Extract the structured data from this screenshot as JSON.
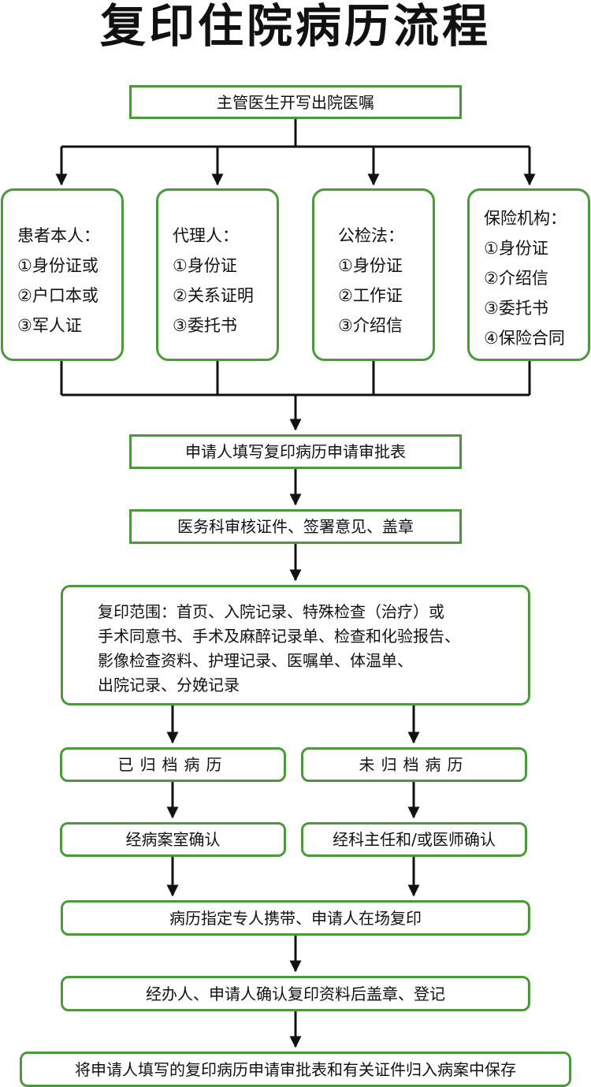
{
  "title": "复印住院病历流程",
  "step1": "主管医生开写出院医嘱",
  "applicants": [
    {
      "heading": "患者本人：",
      "items": [
        "①身份证或",
        "②户口本或",
        "③军人证"
      ]
    },
    {
      "heading": "代理人：",
      "items": [
        "①身份证",
        "②关系证明",
        "③委托书"
      ]
    },
    {
      "heading": "公检法：",
      "items": [
        "①身份证",
        "②工作证",
        "③介绍信"
      ]
    },
    {
      "heading": "保险机构：",
      "items": [
        "①身份证",
        "②介绍信",
        "③委托书",
        "④保险合同"
      ]
    }
  ],
  "step2": "申请人填写复印病历申请审批表",
  "step3": "医务科审核证件、签署意见、盖章",
  "scope": {
    "lines": [
      "复印范围：首页、入院记录、特殊检查（治疗）或",
      "手术同意书、手术及麻醉记录单、检查和化验报告、",
      "影像检查资料、护理记录、医嘱单、体温单、",
      "出院记录、分娩记录"
    ]
  },
  "branch_left": {
    "status": "已归档病历",
    "confirm": "经病案室确认"
  },
  "branch_right": {
    "status": "未归档病历",
    "confirm": "经科主任和/或医师确认"
  },
  "step4": "病历指定专人携带、申请人在场复印",
  "step5": "经办人、申请人确认复印资料后盖章、登记",
  "step6": "将申请人填写的复印病历申请审批表和有关证件归入病案中保存",
  "colors": {
    "border": "#4a9a3c",
    "line": "#111111"
  }
}
